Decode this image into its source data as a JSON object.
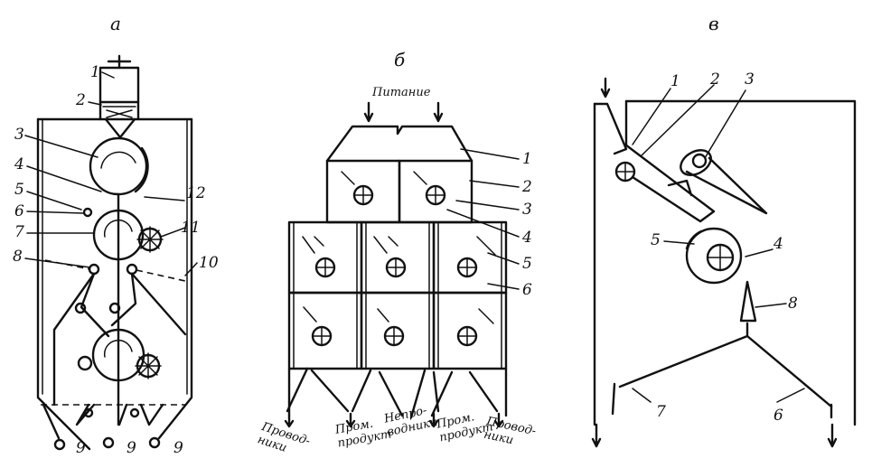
{
  "panels": {
    "a": {
      "heading": "а",
      "numbers": [
        "1",
        "2",
        "3",
        "4",
        "5",
        "6",
        "7",
        "8",
        "9",
        "9",
        "9",
        "10",
        "11",
        "12"
      ]
    },
    "b": {
      "heading": "б",
      "feed_label": "Питание",
      "numbers": [
        "1",
        "2",
        "3",
        "4",
        "5",
        "6"
      ],
      "outputs": [
        "Провод-ники",
        "Пром. продукт",
        "Непро-водники",
        "Пром. продукт",
        "Провод-ники"
      ]
    },
    "v": {
      "heading": "в",
      "numbers": [
        "1",
        "2",
        "3",
        "4",
        "5",
        "6",
        "7",
        "8"
      ]
    }
  }
}
